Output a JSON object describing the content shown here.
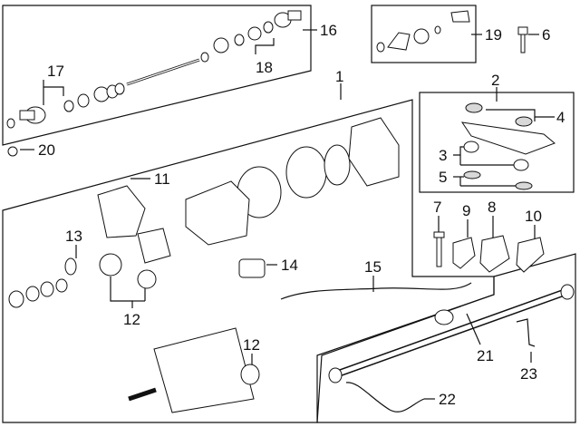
{
  "callouts": [
    {
      "id": "c1",
      "label": "1"
    },
    {
      "id": "c2",
      "label": "2"
    },
    {
      "id": "c3",
      "label": "3"
    },
    {
      "id": "c4",
      "label": "4"
    },
    {
      "id": "c5",
      "label": "5"
    },
    {
      "id": "c6",
      "label": "6"
    },
    {
      "id": "c7",
      "label": "7"
    },
    {
      "id": "c8",
      "label": "8"
    },
    {
      "id": "c9",
      "label": "9"
    },
    {
      "id": "c10",
      "label": "10"
    },
    {
      "id": "c11",
      "label": "11"
    },
    {
      "id": "c12a",
      "label": "12"
    },
    {
      "id": "c12b",
      "label": "12"
    },
    {
      "id": "c13",
      "label": "13"
    },
    {
      "id": "c14",
      "label": "14"
    },
    {
      "id": "c15",
      "label": "15"
    },
    {
      "id": "c16",
      "label": "16"
    },
    {
      "id": "c17",
      "label": "17"
    },
    {
      "id": "c18",
      "label": "18"
    },
    {
      "id": "c19",
      "label": "19"
    },
    {
      "id": "c20",
      "label": "20"
    },
    {
      "id": "c21",
      "label": "21"
    },
    {
      "id": "c22",
      "label": "22"
    },
    {
      "id": "c23",
      "label": "23"
    }
  ],
  "colors": {
    "line": "#111111",
    "background": "#ffffff",
    "shade": "#d8d8d8"
  }
}
